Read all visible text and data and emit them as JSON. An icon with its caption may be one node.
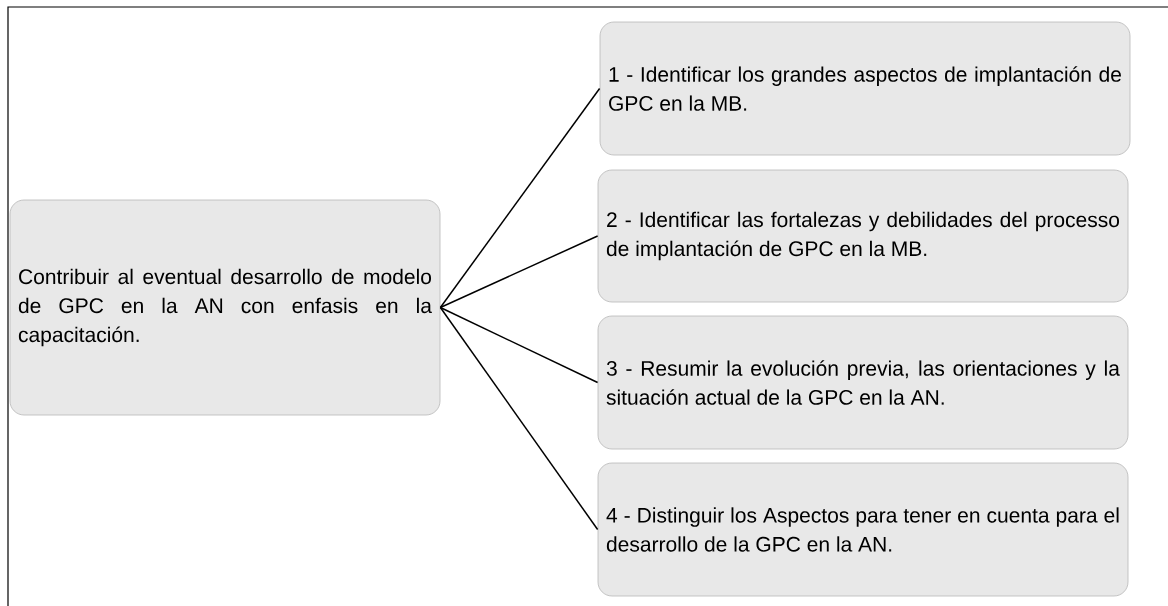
{
  "diagram": {
    "nodes": [
      {
        "text": [
          "Contribuir al eventual desarrollo de modelo de GPC en la AN con enfasis en la capacitación."
        ]
      },
      {
        "text": [
          "1 - Identificar los grandes aspectos de implantación de GPC en la MB."
        ]
      },
      {
        "text": [
          "2 - Identificar las fortalezas y debilidades del processo de implantación de GPC en la MB."
        ]
      },
      {
        "text": [
          "3 - Resumir la evolución previa, las orientaciones y la situación actual de la GPC en la AN."
        ]
      },
      {
        "text": [
          "4 - Distinguir los Aspectos para tener en cuenta para el desarrollo de la GPC en la AN."
        ]
      }
    ],
    "edges": [
      {
        "from": 0,
        "to": 1,
        "arrow": "none"
      },
      {
        "from": 0,
        "to": 2,
        "arrow": "none"
      },
      {
        "from": 0,
        "to": 3,
        "arrow": "none"
      },
      {
        "from": 0,
        "to": 4,
        "arrow": "none"
      }
    ]
  }
}
